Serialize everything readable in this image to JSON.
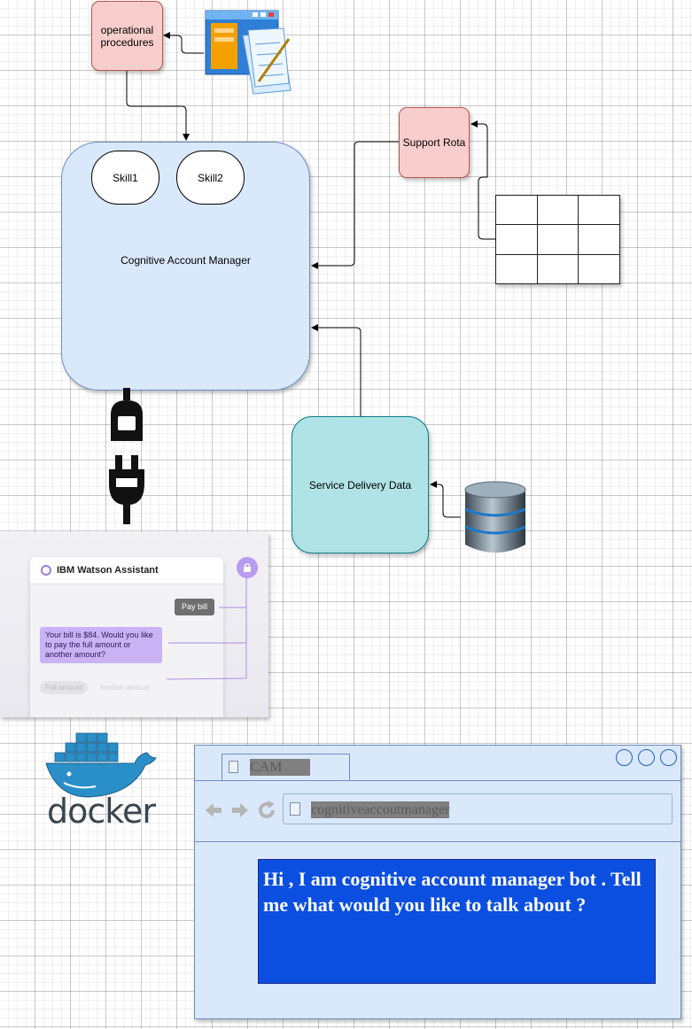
{
  "nodes": {
    "operational_procedures": "operational procedures",
    "support_rota": "Support Rota",
    "cam": "Cognitive Account Manager",
    "skill1": "Skill1",
    "skill2": "Skill2",
    "service_delivery": "Service Delivery Data"
  },
  "watson": {
    "title": "IBM Watson Assistant",
    "user_msg": "Pay bill",
    "bot_msg": "Your bill is $84. Would you like to pay the full amount or another amount?",
    "option1": "Full amount",
    "option2": "Another amount"
  },
  "docker_label": "docker",
  "browser": {
    "tab_title": "CAM",
    "url": "cognitiveaccoutmanager",
    "message": "Hi , I am cognitive account manager bot . Tell me what would you like to talk about ?"
  },
  "colors": {
    "pink": "#f8cecc",
    "blue": "#dae8fc",
    "cyan": "#b0e3e6",
    "chat": "#0b4fe0",
    "watson_purple": "#c9b3f5"
  },
  "icons": [
    "document-icon",
    "database-icon",
    "plug-socket-icon",
    "plug-icon",
    "docker-logo-icon",
    "page-icon",
    "back-arrow-icon",
    "forward-arrow-icon",
    "refresh-icon",
    "lock-icon"
  ]
}
